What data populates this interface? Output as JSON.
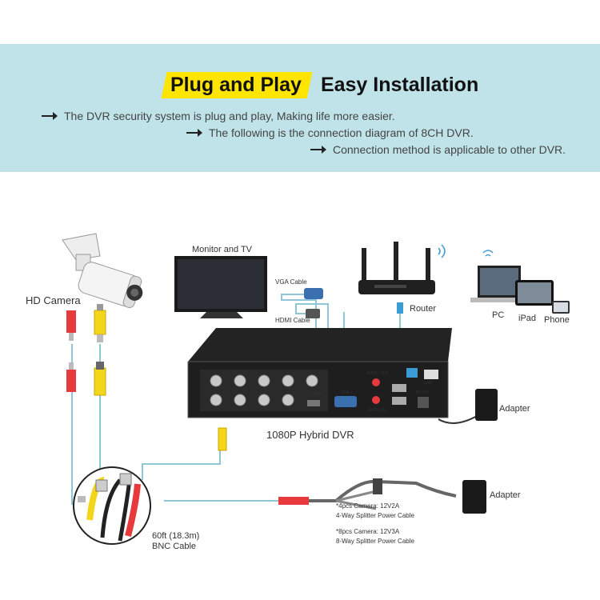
{
  "header": {
    "highlight": "Plug and Play",
    "title_rest": "Easy Installation",
    "bullets": [
      "The DVR security system is plug and play, Making life more easier.",
      "The following is the connection diagram of 8CH DVR.",
      "Connection method is applicable to other DVR."
    ]
  },
  "labels": {
    "hd_camera": "HD Camera",
    "monitor": "Monitor and TV",
    "vga_cable": "VGA Cable",
    "hdmi_cable": "HDMI Cable",
    "router": "Router",
    "pc": "PC",
    "ipad": "iPad",
    "phone": "Phone",
    "dvr": "1080P Hybrid DVR",
    "adapter_1": "Adapter",
    "adapter_2": "Adapter",
    "bnc_cable_line1": "60ft (18.3m)",
    "bnc_cable_line2": "BNC Cable",
    "splitter_4_line1": "*4pcs Camera: 12V2A",
    "splitter_4_line2": "4-Way Splitter Power Cable",
    "splitter_8_line1": "*8pcs Camera:  12V3A",
    "splitter_8_line2": "8-Way Splitter Power Cable",
    "dvr_ports": {
      "hdmi": "HDMI",
      "vga": "VGA",
      "audio_out": "AUDIO OUT",
      "audio_in": "AUDIO IN",
      "lan": "LAN",
      "dc12v": "DC12V"
    }
  },
  "colors": {
    "banner": "#bfe3e8",
    "highlight": "#ffe500",
    "guide_line": "#8fc6d8",
    "cable_red": "#e8393c",
    "cable_yellow": "#f3d51b"
  }
}
